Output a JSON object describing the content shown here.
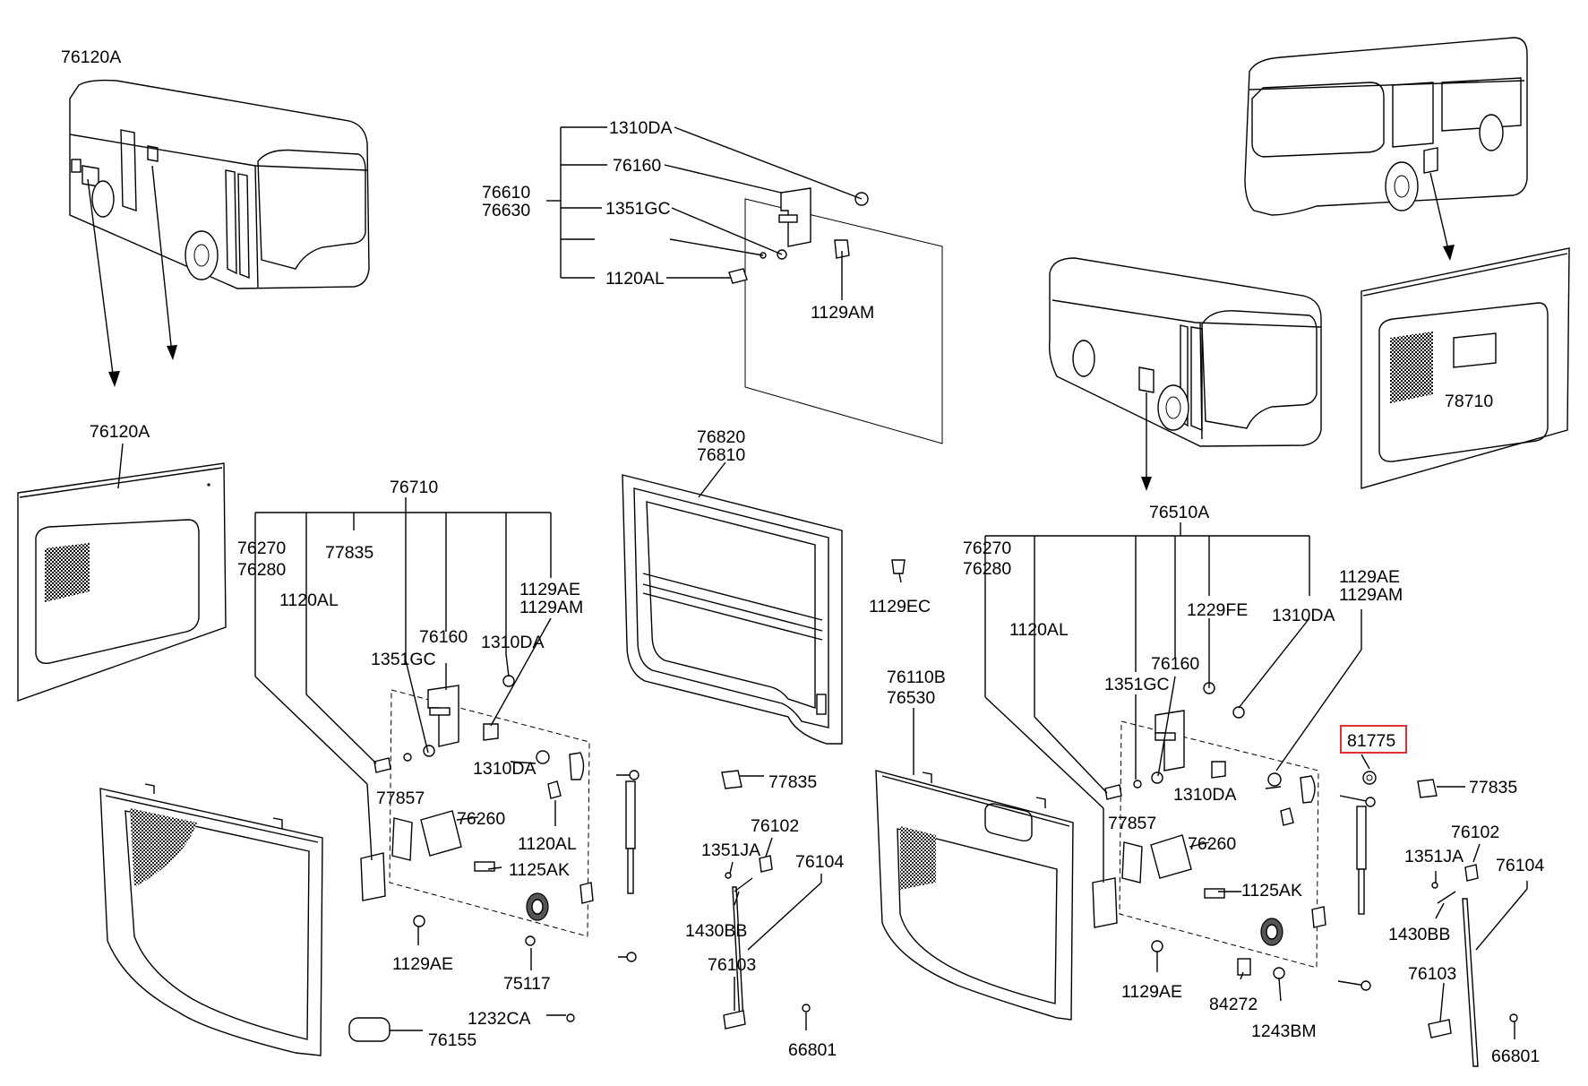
{
  "labels": {
    "l76120a_top": "76120A",
    "l76120a_mid": "76120A",
    "l1310da_top": "1310DA",
    "l76160_top": "76160",
    "l76610": "76610",
    "l76630": "76630",
    "l1351gc_top": "1351GC",
    "l1120al_top": "1120AL",
    "l1129am_top": "1129AM",
    "l78710": "78710",
    "l76820": "76820",
    "l76810": "76810",
    "l76710": "76710",
    "l76270_l": "76270",
    "l76280_l": "76280",
    "l77835_l": "77835",
    "l1120al_l": "1120AL",
    "l1129ae_l1": "1129AE",
    "l1129am_l1": "1129AM",
    "l76160_l": "76160",
    "l1310da_l": "1310DA",
    "l1351gc_l": "1351GC",
    "l1310da_l2": "1310DA",
    "l77857_l": "77857",
    "l76260_l": "76260",
    "l1120al_l2": "1120AL",
    "l1125ak_l": "1125AK",
    "l1129ae_l2": "1129AE",
    "l75117": "75117",
    "l1232ca": "1232CA",
    "l76155": "76155",
    "l77835_c": "77835",
    "l76102_c": "76102",
    "l1351ja_c": "1351JA",
    "l76104_c": "76104",
    "l1430bb_c": "1430BB",
    "l76103_c": "76103",
    "l66801_c": "66801",
    "l1129ec": "1129EC",
    "l76110b": "76110B",
    "l76530": "76530",
    "l76510a": "76510A",
    "l76270_r": "76270",
    "l76280_r": "76280",
    "l1120al_r": "1120AL",
    "l1229fe": "1229FE",
    "l1310da_r": "1310DA",
    "l1129ae_r1": "1129AE",
    "l1129am_r1": "1129AM",
    "l1351gc_r": "1351GC",
    "l76160_r": "76160",
    "l81775": "81775",
    "l1310da_r2": "1310DA",
    "l77835_r": "77835",
    "l77857_r": "77857",
    "l76260_r": "76260",
    "l1125ak_r": "1125AK",
    "l76102_r": "76102",
    "l1351ja_r": "1351JA",
    "l76104_r": "76104",
    "l1430bb_r": "1430BB",
    "l1129ae_r2": "1129AE",
    "l84272": "84272",
    "l1243bm": "1243BM",
    "l76103_r": "76103",
    "l66801_r": "66801"
  },
  "highlight": {
    "part": "81775",
    "color": "#e03030"
  }
}
